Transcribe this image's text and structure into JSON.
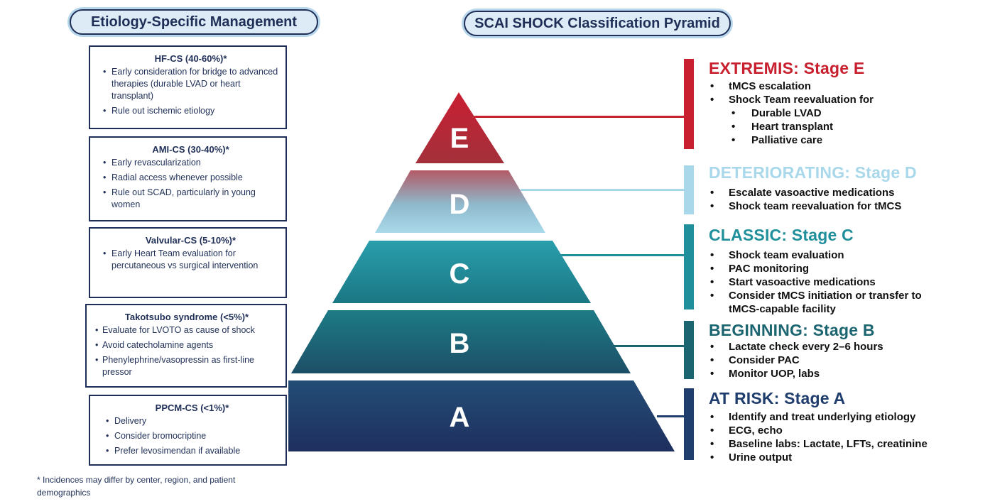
{
  "left_header": "Etiology-Specific Management",
  "pyramid_header": "SCAI SHOCK Classification Pyramid",
  "etiologies": [
    {
      "title": "HF-CS (40-60%)*",
      "items": [
        "Early consideration for bridge to advanced therapies (durable LVAD or heart transplant)",
        "Rule out ischemic etiology"
      ]
    },
    {
      "title": "AMI-CS (30-40%)*",
      "items": [
        "Early revascularization",
        "Radial access whenever possible",
        "Rule out SCAD, particularly in young women"
      ]
    },
    {
      "title": "Valvular-CS (5-10%)*",
      "items": [
        "Early Heart Team evaluation for percutaneous vs surgical intervention"
      ]
    },
    {
      "title": "Takotsubo syndrome (<5%)*",
      "items": [
        "Evaluate for LVOTO as cause of shock",
        "Avoid catecholamine agents",
        "Phenylephrine/vasopressin as first-line pressor"
      ]
    },
    {
      "title": "PPCM-CS (<1%)*",
      "items": [
        "Delivery",
        "Consider bromocriptine",
        "Prefer levosimendan if available"
      ]
    }
  ],
  "footnote": "* Incidences may differ by center, region, and patient demographics",
  "stages": [
    {
      "letter": "E",
      "title": "EXTREMIS: Stage E",
      "color": "#c8202f",
      "items": [
        {
          "text": "tMCS escalation"
        },
        {
          "text": "Shock Team reevaluation for"
        },
        {
          "text": "Durable LVAD",
          "sub": true
        },
        {
          "text": "Heart transplant",
          "sub": true
        },
        {
          "text": "Palliative care",
          "sub": true
        }
      ]
    },
    {
      "letter": "D",
      "title": "DETERIORATING: Stage D",
      "color": "#a8d8ea",
      "items": [
        {
          "text": "Escalate vasoactive medications"
        },
        {
          "text": "Shock team reevaluation for tMCS"
        }
      ]
    },
    {
      "letter": "C",
      "title": "CLASSIC: Stage C",
      "color": "#1e8f9b",
      "items": [
        {
          "text": "Shock team evaluation"
        },
        {
          "text": "PAC monitoring"
        },
        {
          "text": "Start vasoactive medications"
        },
        {
          "text": "Consider tMCS initiation or transfer to tMCS-capable facility"
        }
      ]
    },
    {
      "letter": "B",
      "title": "BEGINNING: Stage B",
      "color": "#1b6570",
      "items": [
        {
          "text": "Lactate check every 2–6 hours"
        },
        {
          "text": "Consider PAC"
        },
        {
          "text": "Monitor UOP, labs"
        }
      ]
    },
    {
      "letter": "A",
      "title": "AT RISK: Stage A",
      "color": "#1f3d6d",
      "items": [
        {
          "text": "Identify and treat underlying etiology"
        },
        {
          "text": "ECG, echo"
        },
        {
          "text": "Baseline labs: Lactate, LFTs, creatinine"
        },
        {
          "text": "Urine output"
        }
      ]
    }
  ]
}
